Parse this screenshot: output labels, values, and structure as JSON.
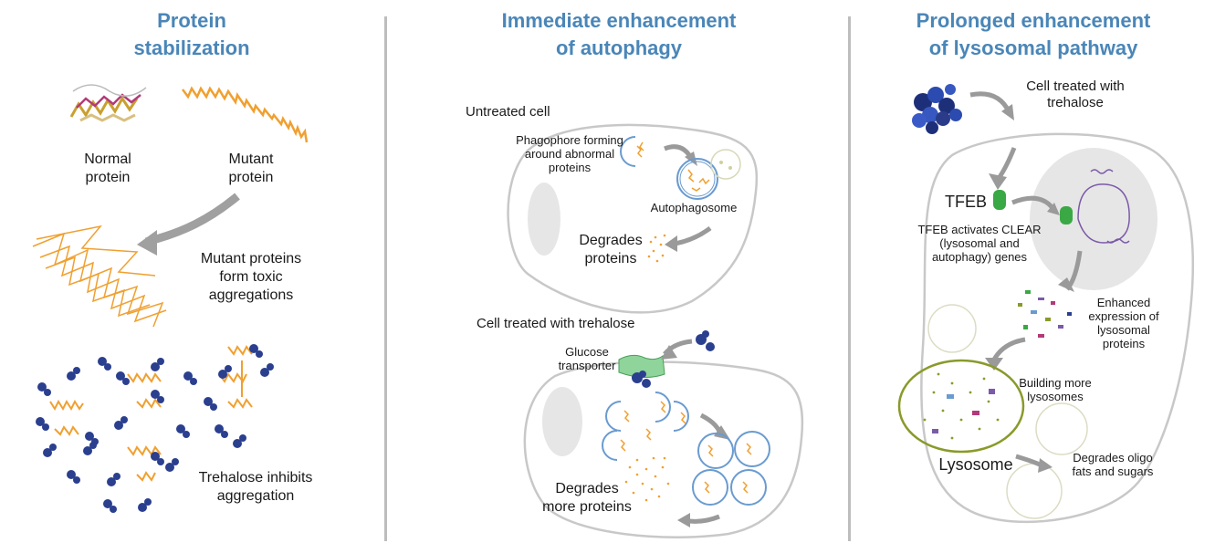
{
  "panels": [
    {
      "title_line1": "Protein",
      "title_line2": "stabilization",
      "labels": {
        "normal_protein": "Normal\nprotein",
        "mutant_protein": "Mutant\nprotein",
        "aggregations": "Mutant proteins\nform toxic\naggregations",
        "inhibits": "Trehalose inhibits\naggregation"
      }
    },
    {
      "title_line1": "Immediate enhancement",
      "title_line2": "of autophagy",
      "labels": {
        "untreated_cell": "Untreated cell",
        "phagophore": "Phagophore forming\naround abnormal\nproteins",
        "autophagosome": "Autophagosome",
        "degrades_proteins": "Degrades\nproteins",
        "treated_cell": "Cell treated with trehalose",
        "glucose_transporter": "Glucose\ntransporter",
        "degrades_more": "Degrades\nmore proteins"
      }
    },
    {
      "title_line1": "Prolonged enhancement",
      "title_line2": "of lysosomal pathway",
      "labels": {
        "treated_cell": "Cell treated with\ntrehalose",
        "tfeb": "TFEB",
        "tfeb_activates": "TFEB activates CLEAR\n(lysosomal and\nautophagy) genes",
        "enhanced_expression": "Enhanced\nexpression of\nlysosomal\nproteins",
        "building": "Building more\nlysosomes",
        "lysosome": "Lysosome",
        "degrades_oligo": "Degrades oligo\nfats and sugars"
      }
    }
  ],
  "colors": {
    "title": "#4a86b8",
    "protein_orange": "#f0a030",
    "trehalose_blue": "#2b3f8f",
    "cell_outline": "#c8c8c8",
    "vesicle_blue": "#6a9bd0",
    "tfeb_green": "#3aa845",
    "transporter_green": "#8fd49a",
    "lysosome_olive": "#8a9a2a",
    "arrow_gray": "#9a9a9a"
  }
}
